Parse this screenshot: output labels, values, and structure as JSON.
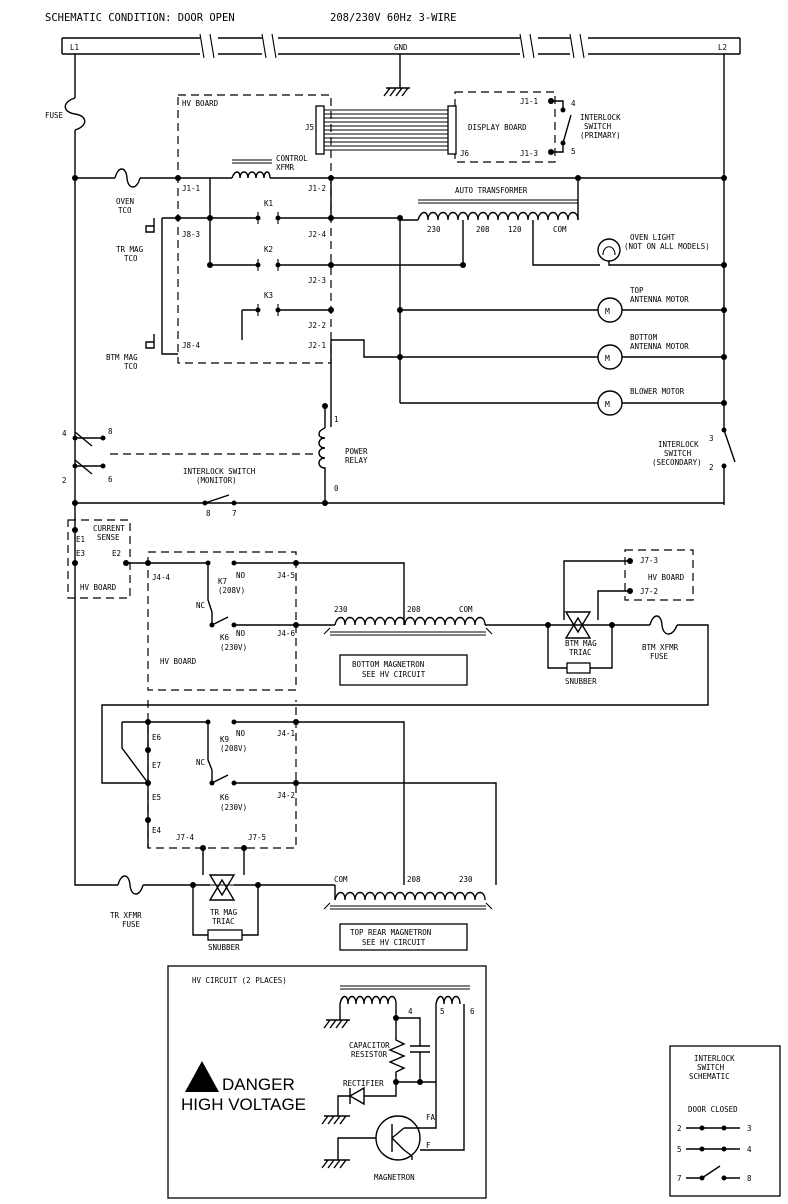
{
  "header": {
    "condition": "SCHEMATIC CONDITION: DOOR OPEN",
    "power": "208/230V 60Hz 3-WIRE"
  },
  "rails": {
    "l1": "L1",
    "gnd": "GND",
    "l2": "L2"
  },
  "labels": {
    "fuse": "FUSE",
    "hv_board": "HV BOARD",
    "j5": "J5",
    "j6": "J6",
    "display_board": "DISPLAY BOARD",
    "j1_1a": "J1-1",
    "j1_3a": "J1-3",
    "n4": "4",
    "n5": "5",
    "interlock_primary": [
      "INTERLOCK",
      "SWITCH",
      "(PRIMARY)"
    ],
    "control_xfmr": [
      "CONTROL",
      "XFMR"
    ],
    "oven_tco": [
      "OVEN",
      "TCO"
    ],
    "j1_1": "J1-1",
    "j1_2": "J1-2",
    "auto_transformer": "AUTO TRANSFORMER",
    "tap230": "230",
    "tap208": "208",
    "tap120": "120",
    "tapcom": "COM",
    "k1": "K1",
    "k2": "K2",
    "k3": "K3",
    "j8_3": "J8-3",
    "j2_4": "J2-4",
    "j2_3": "J2-3",
    "j2_2": "J2-2",
    "j2_1": "J2-1",
    "j8_4": "J8-4",
    "tr_mag_tco": [
      "TR MAG",
      "TCO"
    ],
    "btm_mag_tco": [
      "BTM MAG",
      "TCO"
    ],
    "oven_light": [
      "OVEN LIGHT",
      "(NOT ON ALL MODELS)"
    ],
    "top_antenna": [
      "TOP",
      "ANTENNA MOTOR"
    ],
    "bottom_antenna": [
      "BOTTOM",
      "ANTENNA MOTOR"
    ],
    "blower": "BLOWER MOTOR",
    "motor_m": "M",
    "relay_1": "1",
    "relay_0": "0",
    "power_relay": [
      "POWER",
      "RELAY"
    ],
    "mon_4": "4",
    "mon_8": "8",
    "mon_2": "2",
    "mon_6": "6",
    "interlock_monitor": [
      "INTERLOCK SWITCH",
      "(MONITOR)"
    ],
    "mon_8b": "8",
    "mon_7": "7",
    "sec_3": "3",
    "sec_2": "2",
    "interlock_secondary": [
      "INTERLOCK",
      "SWITCH",
      "(SECONDARY)"
    ],
    "current_sense": [
      "CURRENT",
      "SENSE"
    ],
    "e1": "E1",
    "e3": "E3",
    "e2": "E2",
    "hv_board2": "HV BOARD",
    "j4_4": "J4-4",
    "no_a": "NO",
    "k7": [
      "K7",
      "(208V)"
    ],
    "nc_a": "NC",
    "j4_5": "J4-5",
    "no_b": "NO",
    "k6a": [
      "K6",
      "(230V)"
    ],
    "j4_6": "J4-6",
    "hv_board3": "HV BOARD",
    "bm_230": "230",
    "bm_208": "208",
    "bm_com": "COM",
    "bottom_magnetron": [
      "BOTTOM MAGNETRON",
      "SEE HV CIRCUIT"
    ],
    "j7_3": "J7-3",
    "hv_board4": "HV BOARD",
    "j7_2": "J7-2",
    "btm_triac": [
      "BTM MAG",
      "TRIAC"
    ],
    "snubber1": "SNUBBER",
    "btm_xfmr_fuse": [
      "BTM XFMR",
      "FUSE"
    ],
    "e6": "E6",
    "no_c": "NO",
    "k9": [
      "K9",
      "(208V)"
    ],
    "j4_1": "J4-1",
    "e7": "E7",
    "nc_b": "NC",
    "e5": "E5",
    "k6b": [
      "K6",
      "(230V)"
    ],
    "j4_2": "J4-2",
    "e4": "E4",
    "j7_4": "J7-4",
    "j7_5": "J7-5",
    "tr_xfmr_fuse": [
      "TR XFMR",
      "FUSE"
    ],
    "tr_triac": [
      "TR MAG",
      "TRIAC"
    ],
    "snubber2": "SNUBBER",
    "tr_com": "COM",
    "tr_208": "208",
    "tr_230": "230",
    "top_rear_magnetron": [
      "TOP REAR MAGNETRON",
      "SEE HV CIRCUIT"
    ],
    "hv_circuit": "HV CIRCUIT (2 PLACES)",
    "hv_4": "4",
    "hv_5": "5",
    "hv_6": "6",
    "cap_resistor": [
      "CAPACITOR",
      "RESISTOR"
    ],
    "rectifier": "RECTIFIER",
    "fa": "FA",
    "f": "F",
    "magnetron": "MAGNETRON",
    "danger": "DANGER",
    "high_voltage": "HIGH VOLTAGE",
    "interlock_schematic": [
      "INTERLOCK",
      "SWITCH",
      "SCHEMATIC"
    ],
    "door_closed": "DOOR CLOSED",
    "is_2": "2",
    "is_3": "3",
    "is_5": "5",
    "is_4": "4",
    "is_7": "7",
    "is_8": "8"
  }
}
